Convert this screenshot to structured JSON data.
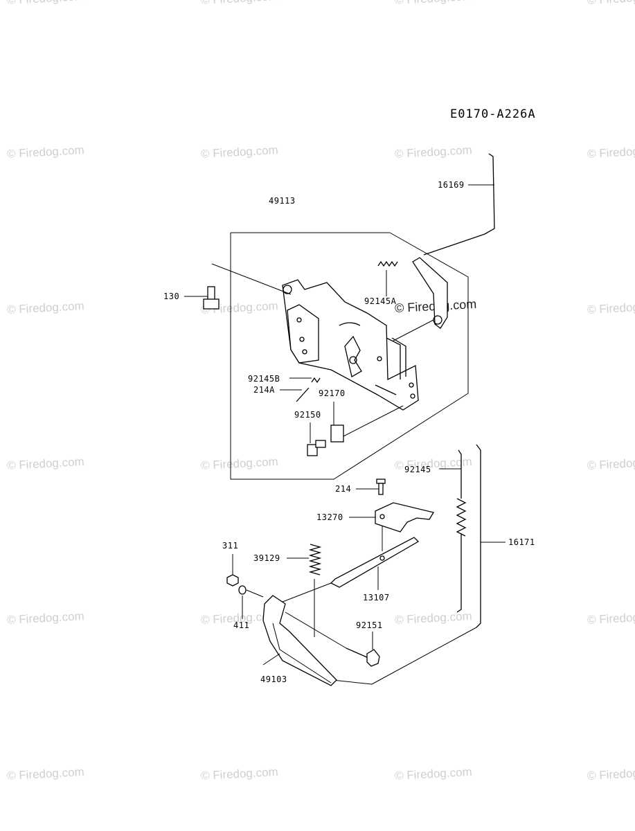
{
  "diagram_code": "E0170-A226A",
  "watermark_text": "© Firedog.com",
  "labels": {
    "p16169": "16169",
    "p49113": "49113",
    "p130": "130",
    "p92145A": "92145A",
    "p92145B": "92145B",
    "p214A": "214A",
    "p92170": "92170",
    "p92150": "92150",
    "p92145": "92145",
    "p214": "214",
    "p13270": "13270",
    "p16171": "16171",
    "p311": "311",
    "p39129": "39129",
    "p13107": "13107",
    "p411": "411",
    "p92151": "92151",
    "p49103": "49103"
  }
}
